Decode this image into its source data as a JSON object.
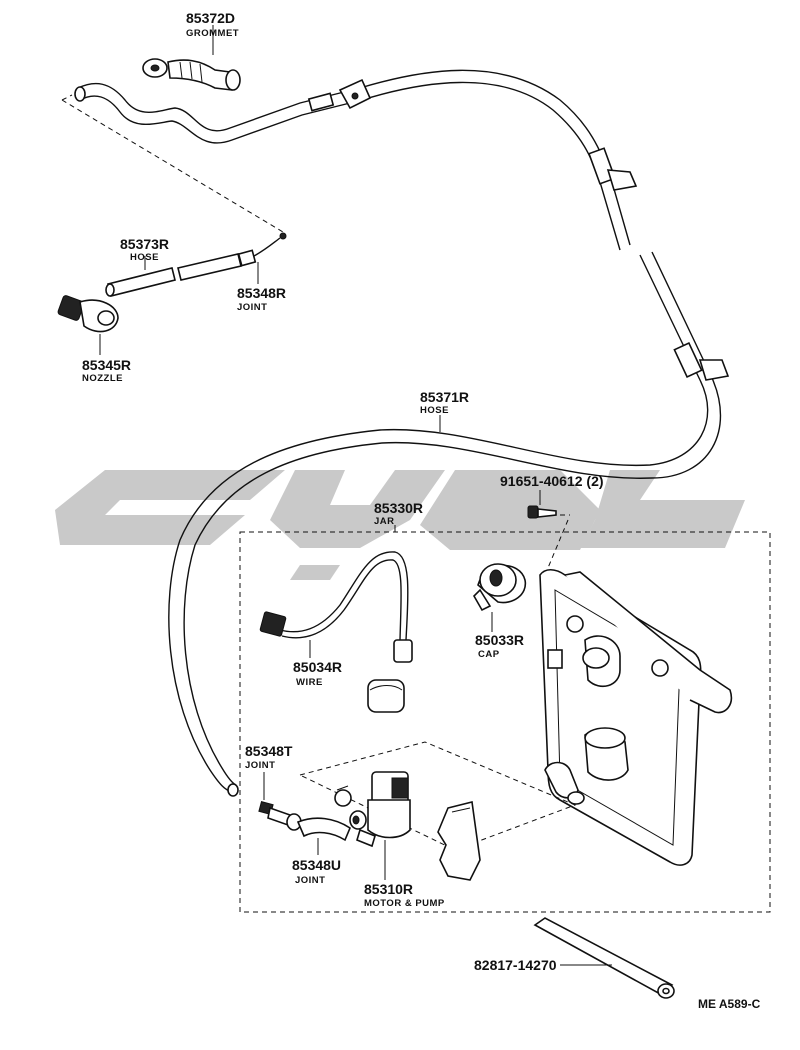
{
  "parts": [
    {
      "id": "grommet",
      "number": "85372D",
      "name": "GROMMET"
    },
    {
      "id": "hose_short",
      "number": "85373R",
      "name": "HOSE"
    },
    {
      "id": "joint_upper",
      "number": "85348R",
      "name": "JOINT"
    },
    {
      "id": "nozzle",
      "number": "85345R",
      "name": "NOZZLE"
    },
    {
      "id": "hose_long",
      "number": "85371R",
      "name": "HOSE"
    },
    {
      "id": "screw",
      "number": "91651-40612 (2)",
      "name": ""
    },
    {
      "id": "jar",
      "number": "85330R",
      "name": "JAR"
    },
    {
      "id": "cap",
      "number": "85033R",
      "name": "CAP"
    },
    {
      "id": "wire",
      "number": "85034R",
      "name": "WIRE"
    },
    {
      "id": "joint_t",
      "number": "85348T",
      "name": "JOINT"
    },
    {
      "id": "joint_u",
      "number": "85348U",
      "name": "JOINT"
    },
    {
      "id": "motor_pump",
      "number": "85310R",
      "name": "MOTOR & PUMP"
    },
    {
      "id": "tube",
      "number": "82817-14270",
      "name": ""
    }
  ],
  "footer": {
    "code": "ME  A589-C"
  }
}
